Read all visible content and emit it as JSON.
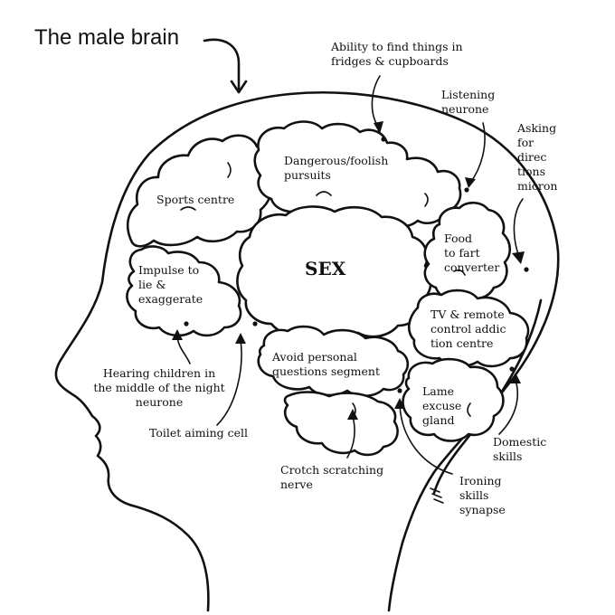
{
  "title": "The male brain",
  "center_label": "SEX",
  "regions": {
    "sports": "Sports centre",
    "dangerous": "Dangerous/foolish\npursuits",
    "impulse": "Impulse to\nlie &\nexaggerate",
    "food": "Food\nto fart\nconverter",
    "tv": "TV & remote\ncontrol addic\ntion centre",
    "avoid": "Avoid personal\nquestions segment",
    "lame": "Lame\nexcuse\ngland"
  },
  "callouts": {
    "fridges": "Ability to find things in\nfridges & cupboards",
    "listening": "Listening\nneurone",
    "directions": "Asking\nfor\ndirec\ntions\nmicron",
    "hearing": "Hearing children in\nthe middle of the night\nneurone",
    "toilet": "Toilet aiming cell",
    "crotch": "Crotch scratching\nnerve",
    "domestic": "Domestic\nskills",
    "ironing": "Ironing\nskills\nsynapse"
  }
}
